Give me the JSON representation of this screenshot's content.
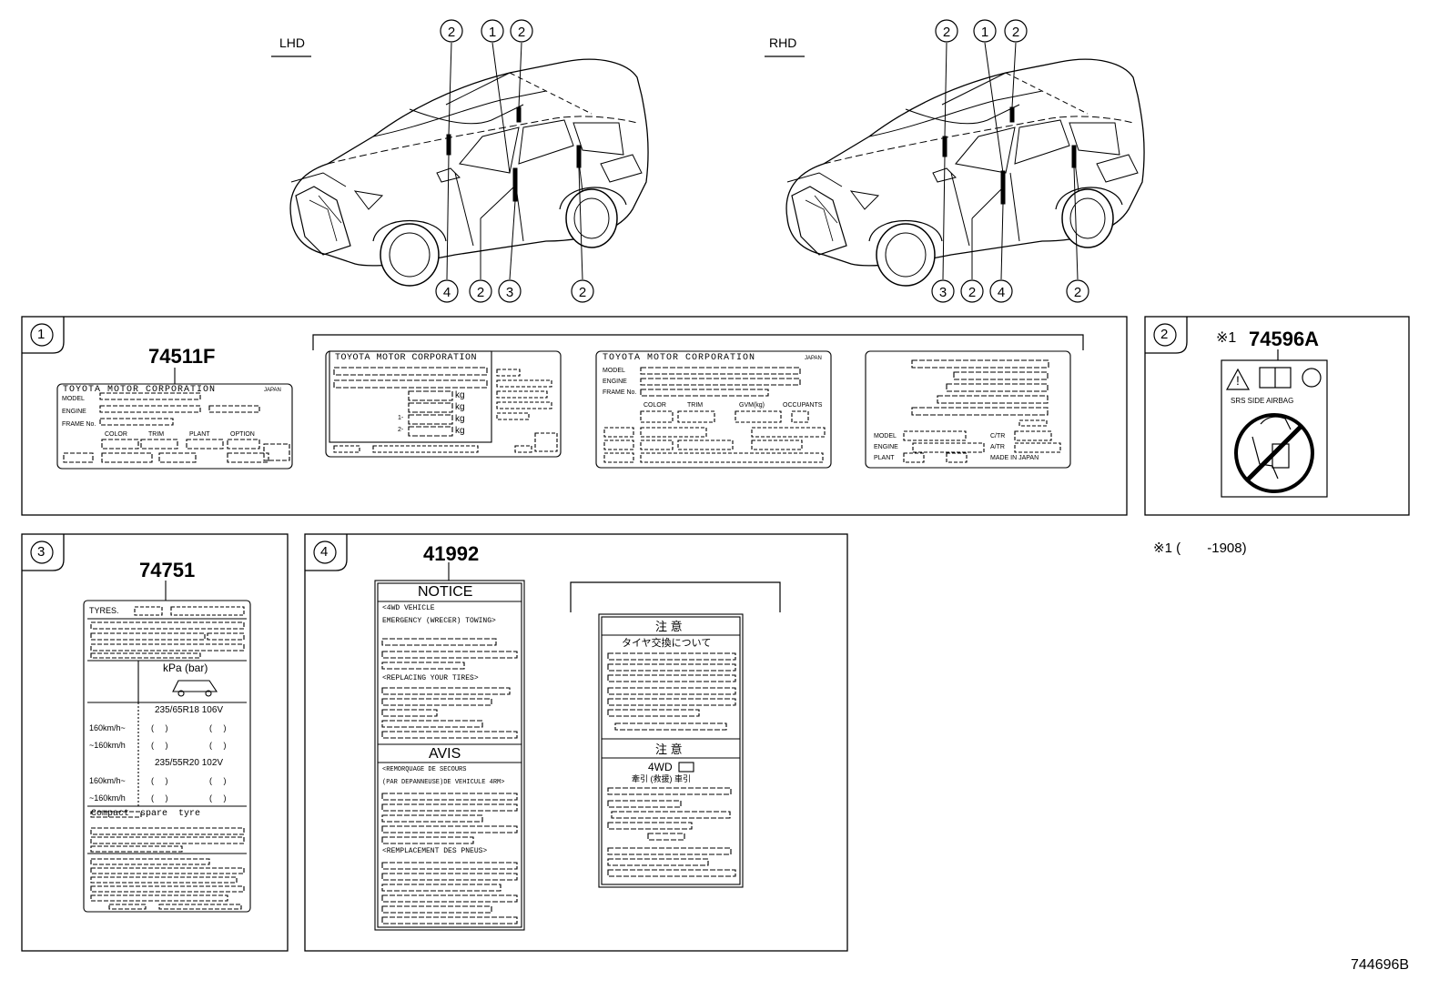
{
  "lhd_label": "LHD",
  "rhd_label": "RHD",
  "callouts": {
    "lhd_top": [
      "2",
      "1",
      "2"
    ],
    "lhd_bottom": [
      "4",
      "2",
      "3",
      "2"
    ],
    "rhd_top": [
      "2",
      "1",
      "2"
    ],
    "rhd_bottom": [
      "3",
      "2",
      "4",
      "2"
    ]
  },
  "panel1": {
    "number": "1",
    "part_number": "74511F",
    "plate_a": {
      "header": "TOYOTA MOTOR CORPORATION",
      "country": "JAPAN",
      "rows": [
        "MODEL",
        "ENGINE",
        "FRAME No."
      ],
      "cols": [
        "COLOR",
        "TRIM",
        "PLANT",
        "OPTION"
      ]
    },
    "plate_b": {
      "header": "TOYOTA MOTOR CORPORATION",
      "units": [
        "kg",
        "kg",
        "kg",
        "kg"
      ],
      "axles": [
        "1-",
        "2-"
      ]
    },
    "plate_c": {
      "header": "TOYOTA MOTOR CORPORATION",
      "country": "JAPAN",
      "rows": [
        "MODEL",
        "ENGINE",
        "FRAME No."
      ],
      "cols": [
        "COLOR",
        "TRIM",
        "GVM(kg)",
        "OCCUPANTS"
      ]
    },
    "plate_d": {
      "rows": [
        "MODEL",
        "ENGINE",
        "PLANT"
      ],
      "right": [
        "C/TR",
        "A/TR",
        "MADE IN JAPAN"
      ]
    }
  },
  "panel2": {
    "number": "2",
    "note_mark": "※1",
    "part_number": "74596A",
    "label_text": "SRS  SIDE  AIRBAG",
    "footnote": "※1 (       -1908)"
  },
  "panel3": {
    "number": "3",
    "part_number": "74751",
    "tyres_label": "TYRES.",
    "pressure_unit": "kPa (bar)",
    "size1": "235/65R18  106V",
    "size2": "235/55R20  102V",
    "speed_a": "160km/h~",
    "speed_b": "~160km/h",
    "brackets": "(     )",
    "spare": "Compact  spare  tyre"
  },
  "panel4": {
    "number": "4",
    "part_number": "41992",
    "notice": "NOTICE",
    "notice_sub1": "<4WD  VEHICLE",
    "notice_sub2": "EMERGENCY (WRECER) TOWING>",
    "notice_sub3": "<REPLACING YOUR TIRES>",
    "avis": "AVIS",
    "avis_sub1": "<REMORQUAGE DE SECOURS",
    "avis_sub2": "(PAR DEPANNEUSE)DE VEHICULE 4RM>",
    "avis_sub3": "<REMPLACEMENT DES PNEUS>",
    "jp_caution": "注 意",
    "jp_tire": "タイヤ交換について",
    "jp_caution2": "注 意",
    "jp_4wd": "4WD",
    "jp_tow": "牽引 (救援) 車引"
  },
  "drawing_number": "744696B"
}
